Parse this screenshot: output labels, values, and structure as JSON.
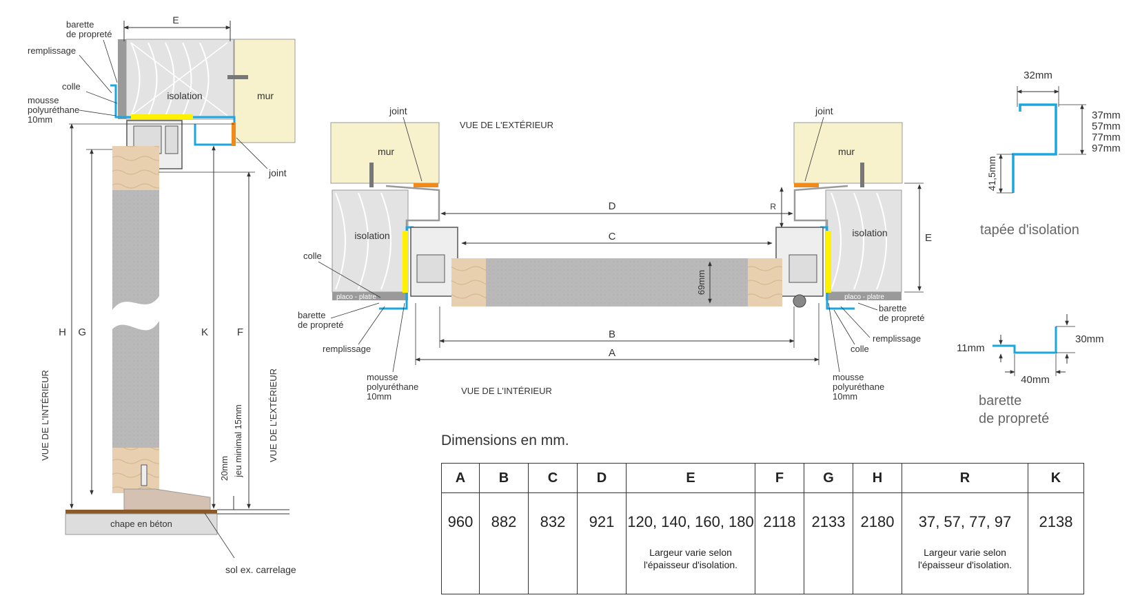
{
  "labels": {
    "barette_line1": "barette",
    "barette_line2": "de propreté",
    "remplissage": "remplissage",
    "colle": "colle",
    "mousse_line1": "mousse",
    "mousse_line2": "polyuréthane",
    "mousse_line3": "10mm",
    "isolation": "isolation",
    "mur": "mur",
    "joint": "joint",
    "placo": "placo - platre",
    "vue_exterieur": "VUE DE L'EXTÉRIEUR",
    "vue_interieur": "VUE DE L'INTÉRIEUR",
    "chape": "chape en béton",
    "sol": "sol ex. carrelage",
    "jeu": "jeu minimal 15mm",
    "mm20": "20mm",
    "mm69": "69mm"
  },
  "dims": {
    "A": "A",
    "B": "B",
    "C": "C",
    "D": "D",
    "E": "E",
    "F": "F",
    "G": "G",
    "H": "H",
    "K": "K",
    "R": "R"
  },
  "tapee": {
    "title": "tapée d'isolation",
    "w": "32mm",
    "h": "41,5mm",
    "sizes": [
      "37mm",
      "57mm",
      "77mm",
      "97mm"
    ]
  },
  "barette": {
    "title_line1": "barette",
    "title_line2": "de propreté",
    "h1": "11mm",
    "h2": "30mm",
    "w": "40mm"
  },
  "table": {
    "caption": "Dimensions en mm.",
    "headers": [
      "A",
      "B",
      "C",
      "D",
      "E",
      "F",
      "G",
      "H",
      "R",
      "K"
    ],
    "values": [
      "960",
      "882",
      "832",
      "921",
      "120, 140, 160, 180",
      "2118",
      "2133",
      "2180",
      "37, 57, 77, 97",
      "2138"
    ],
    "note_line1": "Largeur varie selon",
    "note_line2": "l'épaisseur d'isolation."
  },
  "colors": {
    "wall": "#f7f1cc",
    "insulation": "#e3e3e3",
    "wood": "#e8cfb0",
    "door": "#b9b9b9",
    "blue": "#1aa6de",
    "yellow": "#fff200",
    "orange": "#f08a1c"
  }
}
